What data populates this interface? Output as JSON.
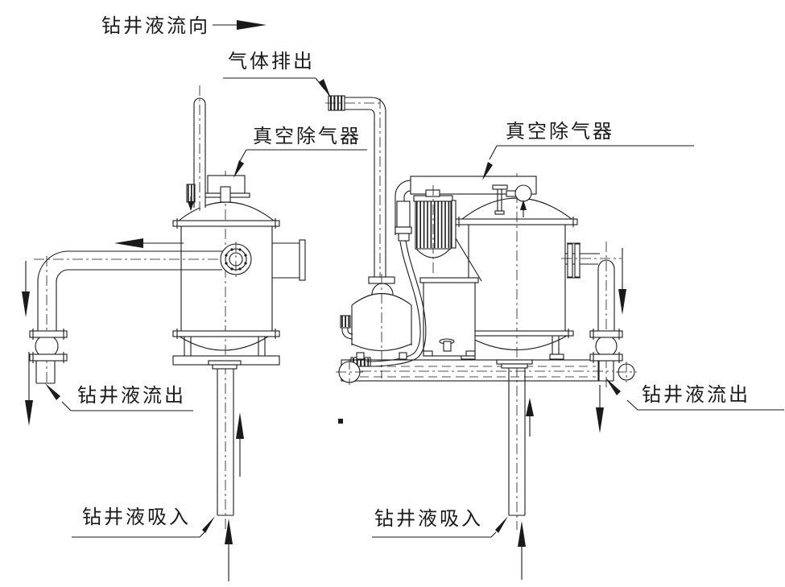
{
  "labels": {
    "flow_direction": "钻井液流向",
    "gas_outlet": "气体排出",
    "degasser_left": "真空除气器",
    "degasser_right": "真空除气器",
    "fluid_out_left": "钻井液流出",
    "fluid_out_right": "钻井液流出",
    "fluid_in_left": "钻井液吸入",
    "fluid_in_right": "钻井液吸入"
  },
  "colors": {
    "line": "#1a1a1a",
    "background": "#ffffff"
  }
}
